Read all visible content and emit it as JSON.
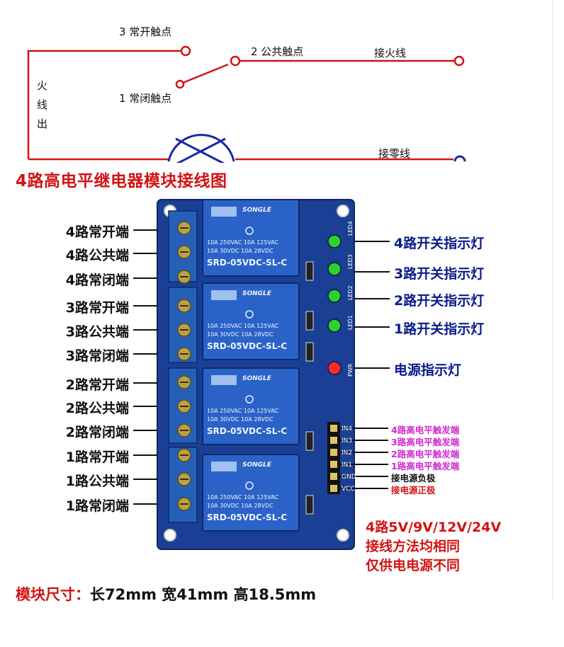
{
  "schematic": {
    "no_contact": "3 常开触点",
    "common_contact": "2 公共触点",
    "nc_contact": "1 常闭触点",
    "live_in": "接火线",
    "neutral_in": "接零线",
    "live_out": [
      "火",
      "线",
      "出"
    ]
  },
  "title": {
    "prefix": "4路高电平",
    "suffix": "继电器模块接线图",
    "prefix_color": "#d21414",
    "suffix_color": "#d21414"
  },
  "left_labels": [
    "4路常开端",
    "4路公共端",
    "4路常闭端",
    "3路常开端",
    "3路公共端",
    "3路常闭端",
    "2路常开端",
    "2路公共端",
    "2路常闭端",
    "1路常开端",
    "1路公共端",
    "1路常闭端"
  ],
  "right_labels": [
    "4路开关指示灯",
    "3路开关指示灯",
    "2路开关指示灯",
    "1路开关指示灯",
    "电源指示灯"
  ],
  "pin_labels": [
    {
      "text": "4路高电平触发端",
      "color": "#d12ad1"
    },
    {
      "text": "3路高电平触发端",
      "color": "#d12ad1"
    },
    {
      "text": "2路高电平触发端",
      "color": "#d12ad1"
    },
    {
      "text": "1路高电平触发端",
      "color": "#d12ad1"
    },
    {
      "text": "接电源负极",
      "color": "#111111"
    },
    {
      "text": "接电源正极",
      "color": "#d21414"
    }
  ],
  "header_pins": [
    "IN4",
    "IN3",
    "IN2",
    "IN1",
    "GND",
    "VCC"
  ],
  "led_labels": [
    "LED4",
    "LED3",
    "LED2",
    "LED1",
    "PWR"
  ],
  "relay": {
    "brand": "SONGLE",
    "rating1": "10A 250VAC  10A 125VAC",
    "rating2": "10A  30VDC  10A  28VDC",
    "model": "SRD-05VDC-SL-C"
  },
  "notes": [
    "4路5V/9V/12V/24V",
    "接线方法均相同",
    "仅供电电源不同"
  ],
  "dimensions": {
    "label": "模块尺寸：",
    "value": "长72mm 宽41mm 高18.5mm"
  },
  "colors": {
    "board": "#1a3f95",
    "relay": "#2a62c8",
    "wire": "#d21414",
    "led_green": "#2fcf2f",
    "led_red": "#ff2a2a",
    "terminal": "#2560b8"
  }
}
